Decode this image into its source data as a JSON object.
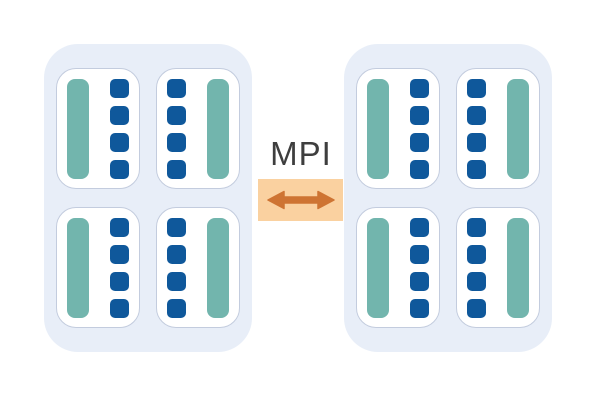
{
  "diagram": {
    "title": "",
    "interconnect": {
      "label": "MPI",
      "arrow_icon": "double-headed-horizontal-arrow"
    },
    "nodes": [
      {
        "id": "node-1",
        "sockets": [
          {
            "layout": "bar-left",
            "cores": 4
          },
          {
            "layout": "bar-right",
            "cores": 4
          },
          {
            "layout": "bar-left",
            "cores": 4
          },
          {
            "layout": "bar-right",
            "cores": 4
          }
        ]
      },
      {
        "id": "node-2",
        "sockets": [
          {
            "layout": "bar-left",
            "cores": 4
          },
          {
            "layout": "bar-right",
            "cores": 4
          },
          {
            "layout": "bar-left",
            "cores": 4
          },
          {
            "layout": "bar-right",
            "cores": 4
          }
        ]
      }
    ],
    "colors": {
      "node_bg": "#e8eef8",
      "socket_bg": "#ffffff",
      "socket_border": "#c3ccde",
      "core_blue": "#0f589b",
      "bar_teal": "#72b5ad",
      "mpi_box_bg": "#fad1a0",
      "arrow_orange": "#ce7433",
      "label_color": "#3e3e3e"
    }
  }
}
